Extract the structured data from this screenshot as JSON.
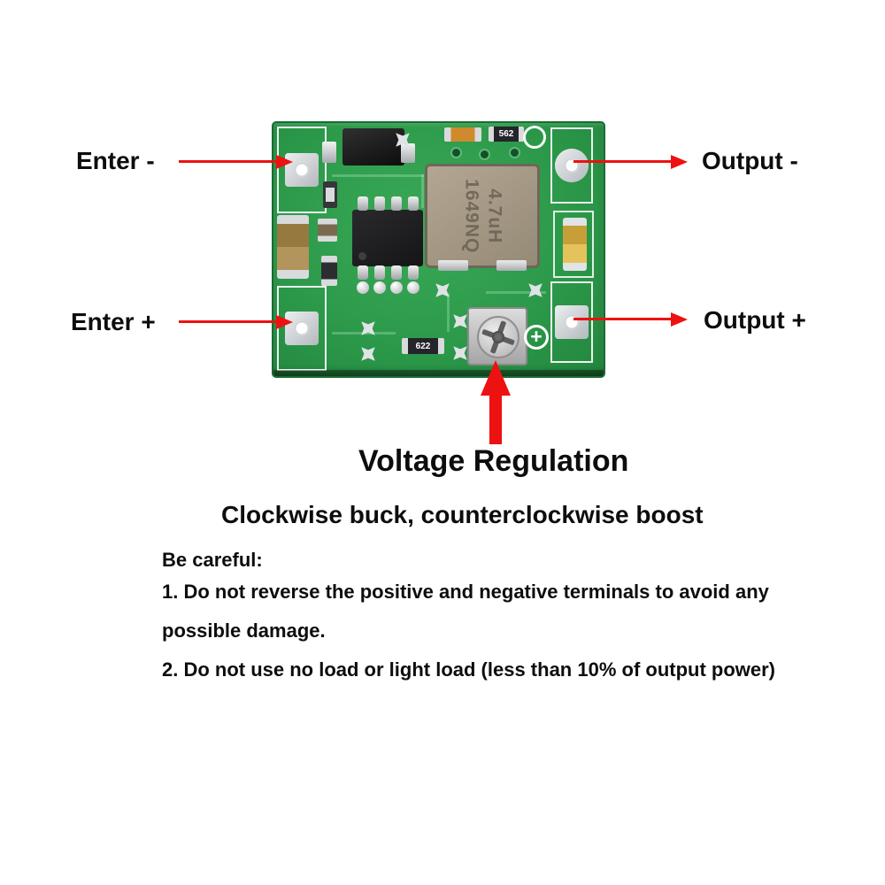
{
  "annotations": {
    "enter_minus": "Enter -",
    "enter_plus": "Enter +",
    "output_minus": "Output -",
    "output_plus": "Output +",
    "voltage_regulation": "Voltage Regulation",
    "subtitle": "Clockwise buck, counterclockwise boost",
    "warnings": {
      "title": "Be careful:",
      "lines": [
        "1. Do not reverse the positive and negative terminals to avoid any",
        "possible damage.",
        "2. Do not use no load or light load (less than 10% of output power)"
      ]
    }
  },
  "pcb": {
    "inductor": {
      "line1": "4.7uH",
      "line2": "1649NQ"
    },
    "resistor_top_code": "562",
    "resistor_bottom_code": "622",
    "polarity_mark": "+"
  },
  "colors": {
    "arrow_red": "#ed1111",
    "board_green": "#2c9a4a",
    "board_edge_green": "#1a6b31",
    "inductor_body": "#a89b87",
    "gold_capacitor": "#c79f39",
    "silkscreen_white": "#ffffff",
    "text_black": "#0d0d0d"
  }
}
